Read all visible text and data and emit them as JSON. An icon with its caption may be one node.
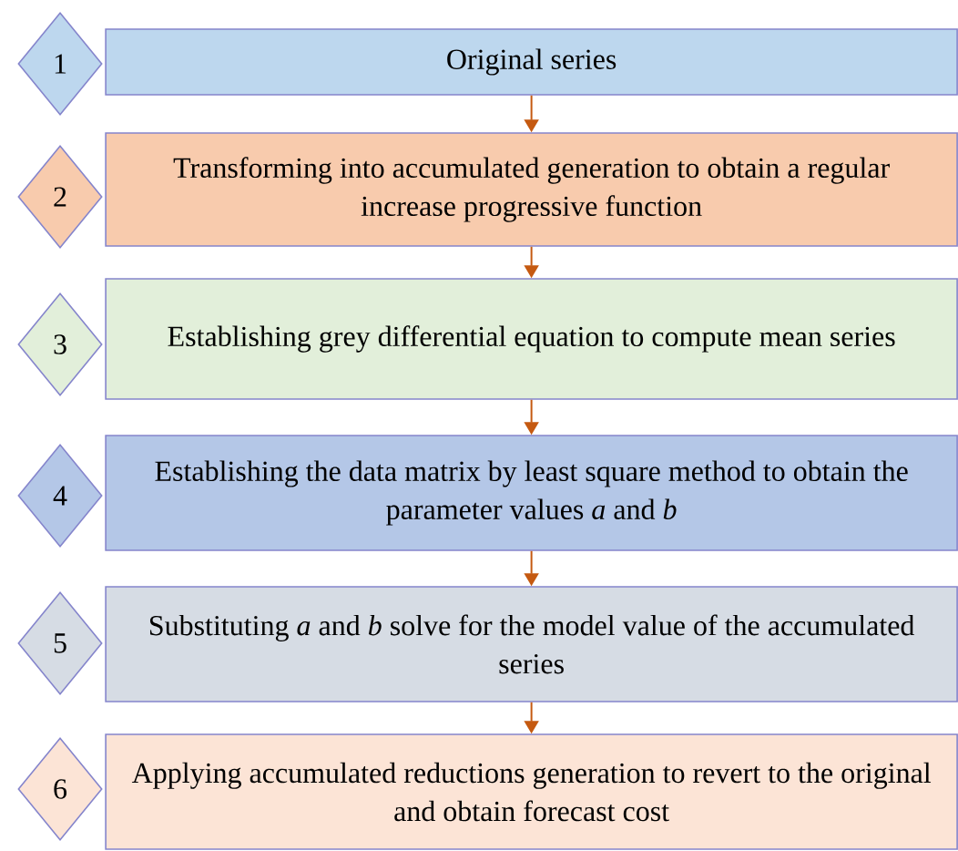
{
  "diagram": {
    "nodes": [
      {
        "text": [
          "1"
        ]
      },
      {
        "text": [
          "Original series"
        ]
      },
      {
        "text": [
          "2"
        ]
      },
      {
        "text": [
          "Transforming into accumulated generation to obtain a regular increase progressive function"
        ]
      },
      {
        "text": [
          "3"
        ]
      },
      {
        "text": [
          "Establishing grey differential equation to compute mean series"
        ]
      },
      {
        "text": [
          "4"
        ]
      },
      {
        "text": [
          "Establishing the data matrix by least square method to obtain the parameter values *a* and *b*"
        ]
      },
      {
        "text": [
          "5"
        ]
      },
      {
        "text": [
          "Substituting *a* and *b* solve for the model value of the accumulated series"
        ]
      },
      {
        "text": [
          "6"
        ]
      },
      {
        "text": [
          "Applying accumulated reductions generation to revert to the original and obtain forecast cost"
        ]
      }
    ],
    "edges": [
      {
        "from": 1,
        "to": 3,
        "arrow": "to"
      },
      {
        "from": 3,
        "to": 5,
        "arrow": "to"
      },
      {
        "from": 5,
        "to": 7,
        "arrow": "to"
      },
      {
        "from": 7,
        "to": 9,
        "arrow": "to"
      },
      {
        "from": 9,
        "to": 11,
        "arrow": "to"
      }
    ]
  }
}
